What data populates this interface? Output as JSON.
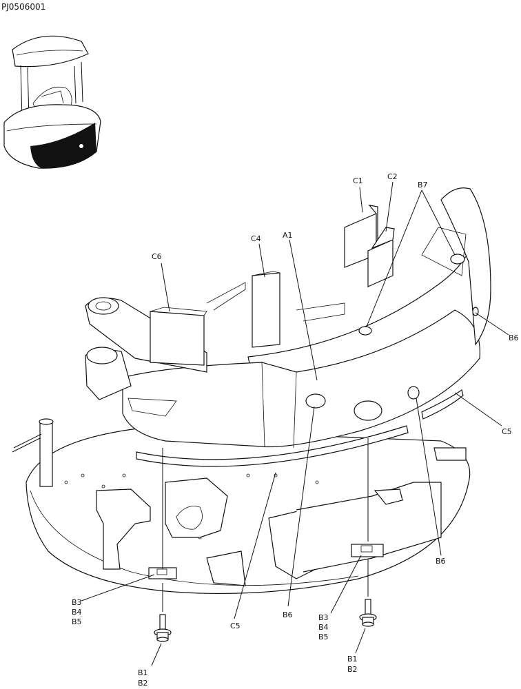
{
  "drawing_code": "PJ0506001",
  "callouts": {
    "A1": "A1",
    "C1": "C1",
    "C2": "C2",
    "C4": "C4",
    "C6": "C6",
    "B7": "B7",
    "B6_right": "B6",
    "C5_right": "C5",
    "B6_lower_right": "B6",
    "B3_left": "B3",
    "B4_left": "B4",
    "B5_left": "B5",
    "C5_bottom": "C5",
    "B6_bottom": "B6",
    "B3_right": "B3",
    "B4_right": "B4",
    "B5_right": "B5",
    "B1_left": "B1",
    "B2_left": "B2",
    "B1_right": "B1",
    "B2_right": "B2"
  },
  "colors": {
    "line": "#111111",
    "fill": "#ffffff",
    "highlight": "#111111"
  }
}
